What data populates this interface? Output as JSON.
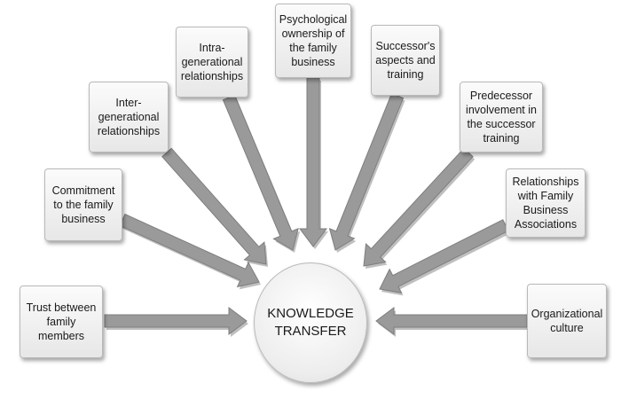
{
  "center": {
    "label": "KNOWLEDGE\nTRANSFER"
  },
  "factors": [
    {
      "id": "trust",
      "label": "Trust between\nfamily\nmembers"
    },
    {
      "id": "commitment",
      "label": "Commitment\nto the family\nbusiness"
    },
    {
      "id": "inter",
      "label": "Inter-\ngenerational\nrelationships"
    },
    {
      "id": "intra",
      "label": "Intra-\ngenerational\nrelationships"
    },
    {
      "id": "psych",
      "label": "Psychological\nownership of\nthe family\nbusiness"
    },
    {
      "id": "successor",
      "label": "Successor's\naspects and\ntraining"
    },
    {
      "id": "predecessor",
      "label": "Predecessor\ninvolvement in\nthe successor\ntraining"
    },
    {
      "id": "associations",
      "label": "Relationships\nwith Family\nBusiness\nAssociations"
    },
    {
      "id": "culture",
      "label": "Organizational\nculture"
    }
  ],
  "colors": {
    "arrow_fill": "#9a9a9a",
    "arrow_stroke": "#7e7e7e",
    "box_border": "#b9b9b9"
  }
}
